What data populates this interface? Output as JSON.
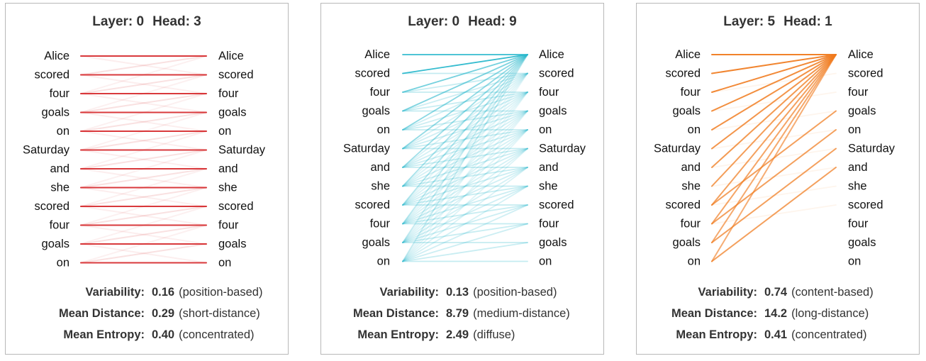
{
  "panels": [
    {
      "layer_label": "Layer: 0",
      "head_label": "Head: 3",
      "color": "#d6282b",
      "pattern": "self",
      "tokens": [
        "Alice",
        "scored",
        "four",
        "goals",
        "on",
        "Saturday",
        "and",
        "she",
        "scored",
        "four",
        "goals",
        "on"
      ],
      "stats": [
        {
          "label": "Variability:",
          "value": "0.16",
          "desc": "(position-based)"
        },
        {
          "label": "Mean Distance:",
          "value": "0.29",
          "desc": "(short-distance)"
        },
        {
          "label": "Mean Entropy:",
          "value": "0.40",
          "desc": "(concentrated)"
        }
      ]
    },
    {
      "layer_label": "Layer: 0",
      "head_label": "Head: 9",
      "color": "#2ab8cc",
      "pattern": "diffuse",
      "tokens": [
        "Alice",
        "scored",
        "four",
        "goals",
        "on",
        "Saturday",
        "and",
        "she",
        "scored",
        "four",
        "goals",
        "on"
      ],
      "stats": [
        {
          "label": "Variability:",
          "value": "0.13",
          "desc": "(position-based)"
        },
        {
          "label": "Mean Distance:",
          "value": "8.79",
          "desc": "(medium-distance)"
        },
        {
          "label": "Mean Entropy:",
          "value": "2.49",
          "desc": "(diffuse)"
        }
      ]
    },
    {
      "layer_label": "Layer: 5",
      "head_label": "Head: 1",
      "color": "#f07b1e",
      "pattern": "first",
      "tokens": [
        "Alice",
        "scored",
        "four",
        "goals",
        "on",
        "Saturday",
        "and",
        "she",
        "scored",
        "four",
        "goals",
        "on"
      ],
      "stats": [
        {
          "label": "Variability:",
          "value": "0.74",
          "desc": "(content-based)"
        },
        {
          "label": "Mean Distance:",
          "value": "14.2",
          "desc": "(long-distance)"
        },
        {
          "label": "Mean Entropy:",
          "value": "0.41",
          "desc": "(concentrated)"
        }
      ]
    }
  ]
}
